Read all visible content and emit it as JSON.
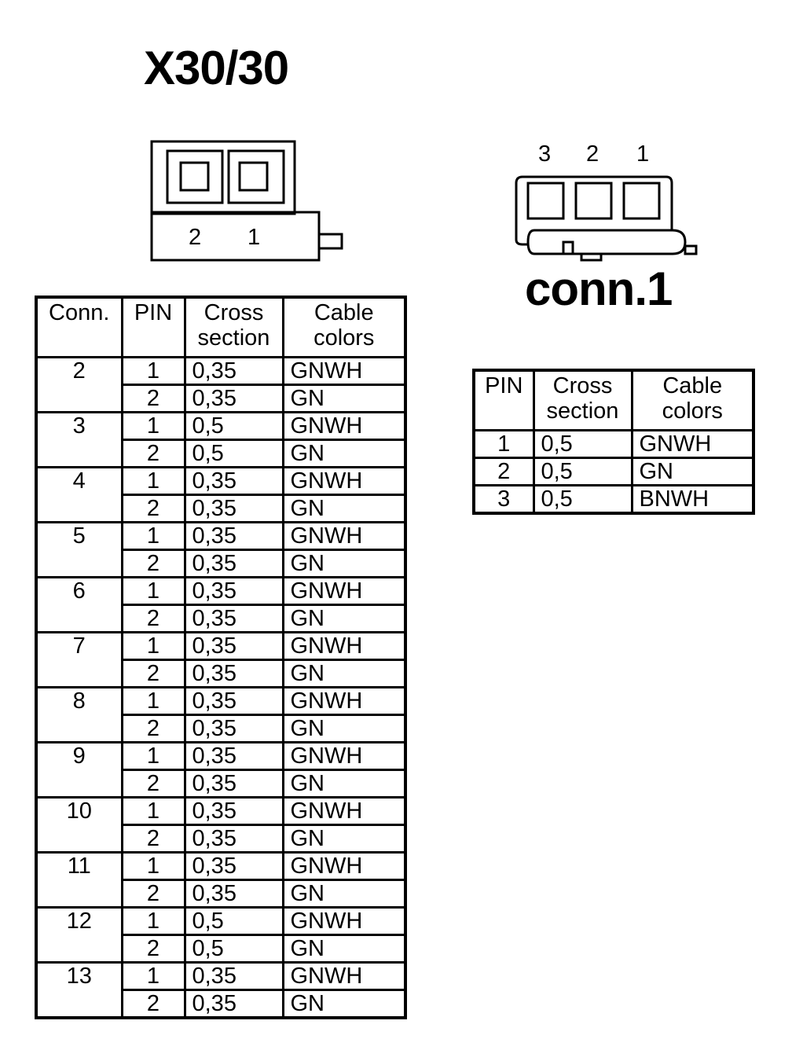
{
  "x30": {
    "title": "X30/30",
    "connector_pin_labels": [
      "2",
      "1"
    ],
    "table": {
      "headers": {
        "conn": "Conn.",
        "pin": "PIN",
        "cross": "Cross section",
        "colors": "Cable colors"
      },
      "rows": [
        {
          "conn": "2",
          "pins": [
            {
              "pin": "1",
              "cross": "0,35",
              "color": "GNWH"
            },
            {
              "pin": "2",
              "cross": "0,35",
              "color": "GN"
            }
          ]
        },
        {
          "conn": "3",
          "pins": [
            {
              "pin": "1",
              "cross": "0,5",
              "color": "GNWH"
            },
            {
              "pin": "2",
              "cross": "0,5",
              "color": "GN"
            }
          ]
        },
        {
          "conn": "4",
          "pins": [
            {
              "pin": "1",
              "cross": "0,35",
              "color": "GNWH"
            },
            {
              "pin": "2",
              "cross": "0,35",
              "color": "GN"
            }
          ]
        },
        {
          "conn": "5",
          "pins": [
            {
              "pin": "1",
              "cross": "0,35",
              "color": "GNWH"
            },
            {
              "pin": "2",
              "cross": "0,35",
              "color": "GN"
            }
          ]
        },
        {
          "conn": "6",
          "pins": [
            {
              "pin": "1",
              "cross": "0,35",
              "color": "GNWH"
            },
            {
              "pin": "2",
              "cross": "0,35",
              "color": "GN"
            }
          ]
        },
        {
          "conn": "7",
          "pins": [
            {
              "pin": "1",
              "cross": "0,35",
              "color": "GNWH"
            },
            {
              "pin": "2",
              "cross": "0,35",
              "color": "GN"
            }
          ]
        },
        {
          "conn": "8",
          "pins": [
            {
              "pin": "1",
              "cross": "0,35",
              "color": "GNWH"
            },
            {
              "pin": "2",
              "cross": "0,35",
              "color": "GN"
            }
          ]
        },
        {
          "conn": "9",
          "pins": [
            {
              "pin": "1",
              "cross": "0,35",
              "color": "GNWH"
            },
            {
              "pin": "2",
              "cross": "0,35",
              "color": "GN"
            }
          ]
        },
        {
          "conn": "10",
          "pins": [
            {
              "pin": "1",
              "cross": "0,35",
              "color": "GNWH"
            },
            {
              "pin": "2",
              "cross": "0,35",
              "color": "GN"
            }
          ]
        },
        {
          "conn": "11",
          "pins": [
            {
              "pin": "1",
              "cross": "0,35",
              "color": "GNWH"
            },
            {
              "pin": "2",
              "cross": "0,35",
              "color": "GN"
            }
          ]
        },
        {
          "conn": "12",
          "pins": [
            {
              "pin": "1",
              "cross": "0,5",
              "color": "GNWH"
            },
            {
              "pin": "2",
              "cross": "0,5",
              "color": "GN"
            }
          ]
        },
        {
          "conn": "13",
          "pins": [
            {
              "pin": "1",
              "cross": "0,35",
              "color": "GNWH"
            },
            {
              "pin": "2",
              "cross": "0,35",
              "color": "GN"
            }
          ]
        }
      ]
    }
  },
  "conn1": {
    "title": "conn.1",
    "connector_pin_labels": [
      "3",
      "2",
      "1"
    ],
    "table": {
      "headers": {
        "pin": "PIN",
        "cross": "Cross section",
        "colors": "Cable colors"
      },
      "rows": [
        {
          "pin": "1",
          "cross": "0,5",
          "color": "GNWH"
        },
        {
          "pin": "2",
          "cross": "0,5",
          "color": "GN"
        },
        {
          "pin": "3",
          "cross": "0,5",
          "color": "BNWH"
        }
      ]
    }
  },
  "colors": {
    "line": "#000000",
    "background": "#ffffff"
  }
}
